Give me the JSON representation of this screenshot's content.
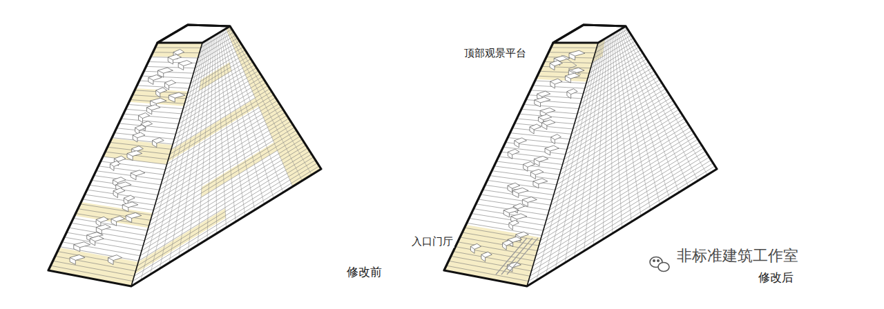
{
  "diagram": {
    "labels": [
      "修改前",
      "顶部观景平台",
      "入口门厅",
      "修改后",
      "非标准建筑工作室"
    ]
  }
}
